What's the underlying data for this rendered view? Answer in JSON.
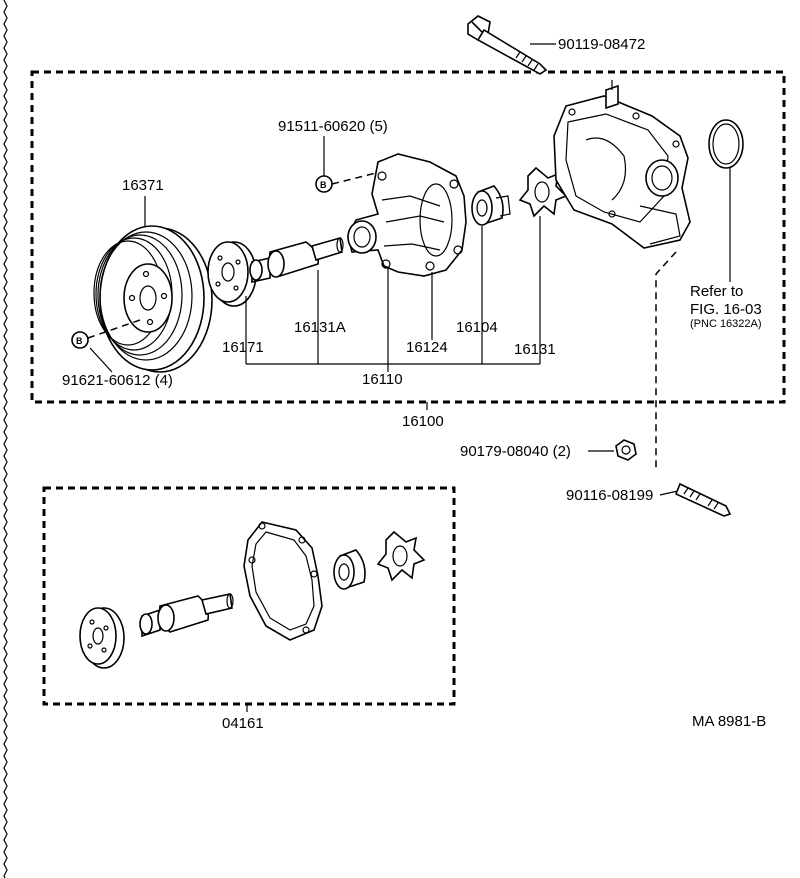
{
  "diagram": {
    "drawing_code": "MA 8981-B",
    "reference": {
      "line1": "Refer to",
      "line2": "FIG. 16-03",
      "line3": "(PNC 16322A)"
    },
    "labels": {
      "bolt_top": "90119-08472",
      "bolt_b": "91511-60620 (5)",
      "pulley": "16371",
      "bolt_pulley": "91621-60612 (4)",
      "flange": "16171",
      "shaft": "16131A",
      "body": "16124",
      "seal": "16104",
      "impeller": "16131",
      "sub_assy": "16110",
      "assy": "16100",
      "nut": "90179-08040 (2)",
      "stud": "90116-08199",
      "kit": "04161"
    },
    "markers": {
      "b": "B"
    }
  }
}
